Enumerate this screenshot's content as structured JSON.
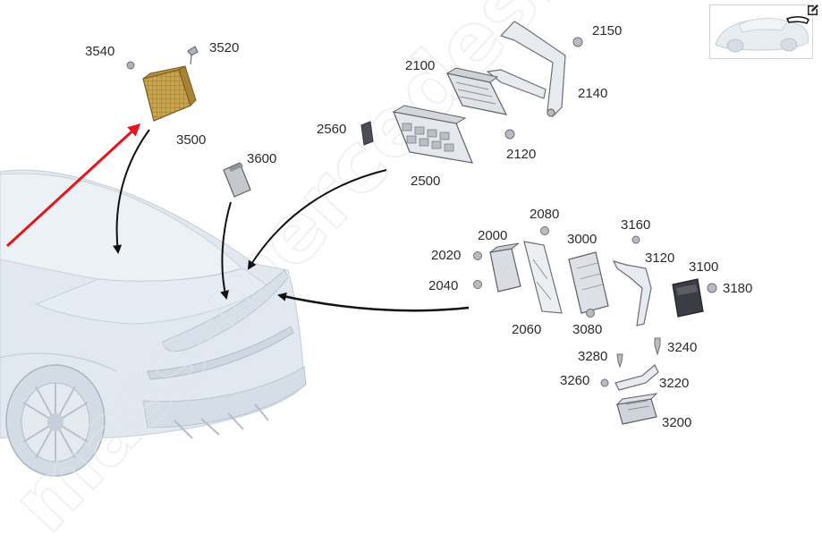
{
  "watermark": {
    "text": "mass-mercedes.ru"
  },
  "thumbnail": {
    "icon": "car-thumbnail-icon"
  },
  "edit_button": {
    "icon": "edit-icon"
  },
  "colors": {
    "highlight_arrow": "#e8151b",
    "pointer_arrow": "#111111",
    "car_body": "#dfe6ee",
    "highlighted_part": "#c9a44e"
  },
  "labels": {
    "p3540": "3540",
    "p3520": "3520",
    "p3500": "3500",
    "p3600": "3600",
    "p2100": "2100",
    "p2150": "2150",
    "p2140": "2140",
    "p2560": "2560",
    "p2120": "2120",
    "p2500": "2500",
    "p2080": "2080",
    "p2000": "2000",
    "p3000": "3000",
    "p3160": "3160",
    "p3120": "3120",
    "p3100": "3100",
    "p2020": "2020",
    "p2040": "2040",
    "p3180": "3180",
    "p2060": "2060",
    "p3080": "3080",
    "p3240": "3240",
    "p3280": "3280",
    "p3260": "3260",
    "p3220": "3220",
    "p3200": "3200"
  }
}
